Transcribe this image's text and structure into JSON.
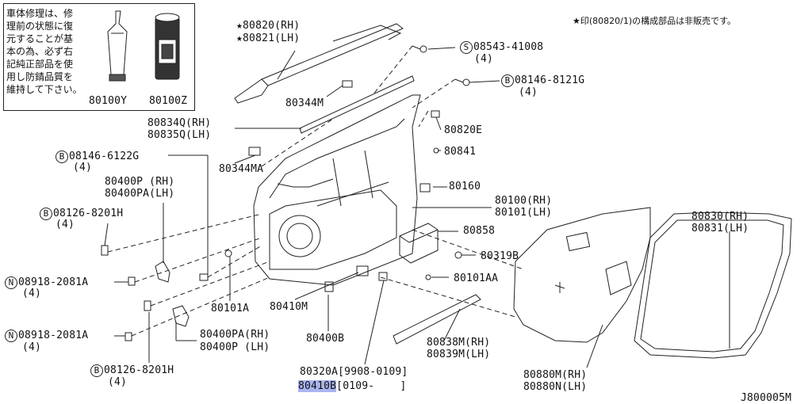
{
  "note": {
    "lines": [
      "車体修理は、修",
      "理前の状態に復",
      "元することが基",
      "本の為、必ず右",
      "記純正部品を使",
      "用し防錆品質を",
      "維持して下さい。"
    ],
    "tube_label": "80100Y",
    "can_label": "80100Z"
  },
  "footnote": "★印(80820/1)の構成部品は非販売です。",
  "drawing_code": "J800005M",
  "parts": {
    "p80820": "★80820(RH)",
    "p80821": "★80821(LH)",
    "s08543": "08543-41008",
    "s08543_qty": "(4)",
    "b08146_8121": "08146-8121G",
    "b08146_8121_qty": "(4)",
    "p80344M": "80344M",
    "p80834Q": "80834Q(RH)",
    "p80835Q": "80835Q(LH)",
    "p80820E": "80820E",
    "p80841": "80841",
    "p80344MA": "80344MA",
    "b08146_6122": "08146-6122G",
    "b08146_6122_qty": "(4)",
    "p80400P_rh": "80400P (RH)",
    "p80400PA_lh": "80400PA(LH)",
    "b08126_a": "08126-8201H",
    "b08126_a_qty": "(4)",
    "p80160": "80160",
    "p80100": "80100(RH)",
    "p80101": "80101(LH)",
    "p80858": "80858",
    "p80319B": "80319B",
    "n08918_a": "08918-2081A",
    "n08918_a_qty": "(4)",
    "p80101A": "80101A",
    "p80410M": "80410M",
    "p80101AA": "80101AA",
    "n08918_b": "08918-2081A",
    "n08918_b_qty": "(4)",
    "p80400PA_rh": "80400PA(RH)",
    "p80400P_lh": "80400P (LH)",
    "p80400B": "80400B",
    "p80838M": "80838M(RH)",
    "p80839M": "80839M(LH)",
    "b08126_b": "08126-8201H",
    "b08126_b_qty": "(4)",
    "p80320A": "80320A[9908-0109]",
    "p80410B_num": "80410B",
    "p80410B_range": "[0109-    ]",
    "p80830": "80830(RH)",
    "p80831": "80831(LH)",
    "p80880M": "80880M(RH)",
    "p80880N": "80880N(LH)",
    "sym_S": "S",
    "sym_B": "B",
    "sym_N": "N"
  }
}
